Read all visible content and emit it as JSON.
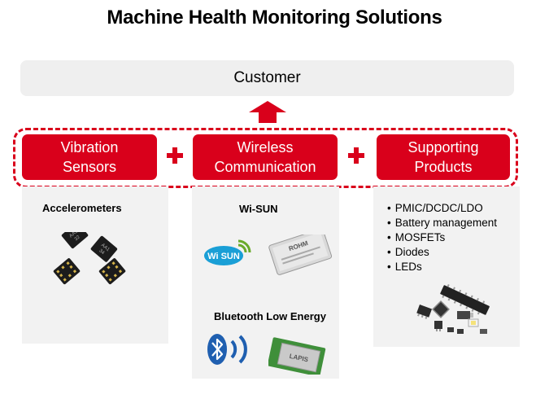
{
  "title": "Machine Health Monitoring Solutions",
  "customer": "Customer",
  "pillars": [
    "Vibration\nSensors",
    "Wireless\nCommunication",
    "Supporting\nProducts"
  ],
  "panels": {
    "accelerometers": {
      "label": "Accelerometers",
      "chip_marks": [
        "AA1\n32",
        "AA1\n34"
      ]
    },
    "wireless": {
      "wisun_label": "Wi-SUN",
      "ble_label": "Bluetooth Low Energy",
      "wisun_logo": "Wi SUN",
      "rohm_module": "ROHM",
      "lapis_module": "LAPIS"
    },
    "supporting": {
      "items": [
        "PMIC/DCDC/LDO",
        "Battery management",
        "MOSFETs",
        "Diodes",
        "LEDs"
      ]
    }
  },
  "colors": {
    "accent": "#d9001b",
    "panel": "#f2f2f2",
    "customer_box": "#efefef"
  }
}
